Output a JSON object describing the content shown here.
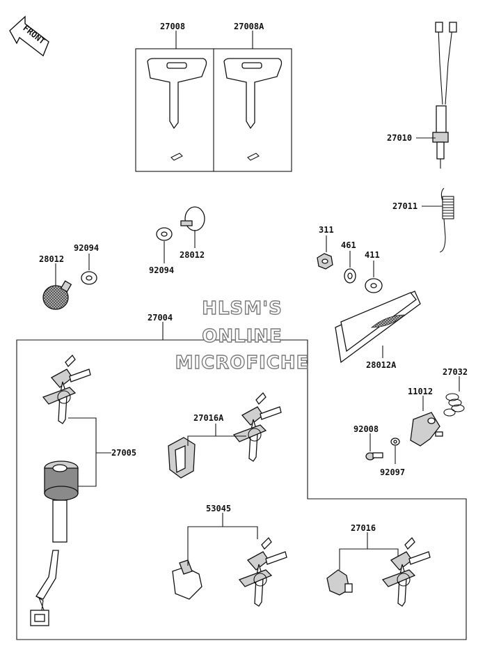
{
  "watermark": {
    "line1": "HLSM'S",
    "line2": "ONLINE",
    "line3": "MICROFICHE"
  },
  "front_badge": "FRONT",
  "callouts": {
    "p27008": "27008",
    "p27008A": "27008A",
    "p27010": "27010",
    "p27011": "27011",
    "p92094_left": "92094",
    "p28012_left": "28012",
    "p92094_mid": "92094",
    "p28012_mid": "28012",
    "p311": "311",
    "p461": "461",
    "p411": "411",
    "p27004": "27004",
    "p28012A": "28012A",
    "p27032": "27032",
    "p11012": "11012",
    "p92008": "92008",
    "p92097": "92097",
    "p27005": "27005",
    "p27016A": "27016A",
    "p53045": "53045",
    "p27016": "27016"
  }
}
